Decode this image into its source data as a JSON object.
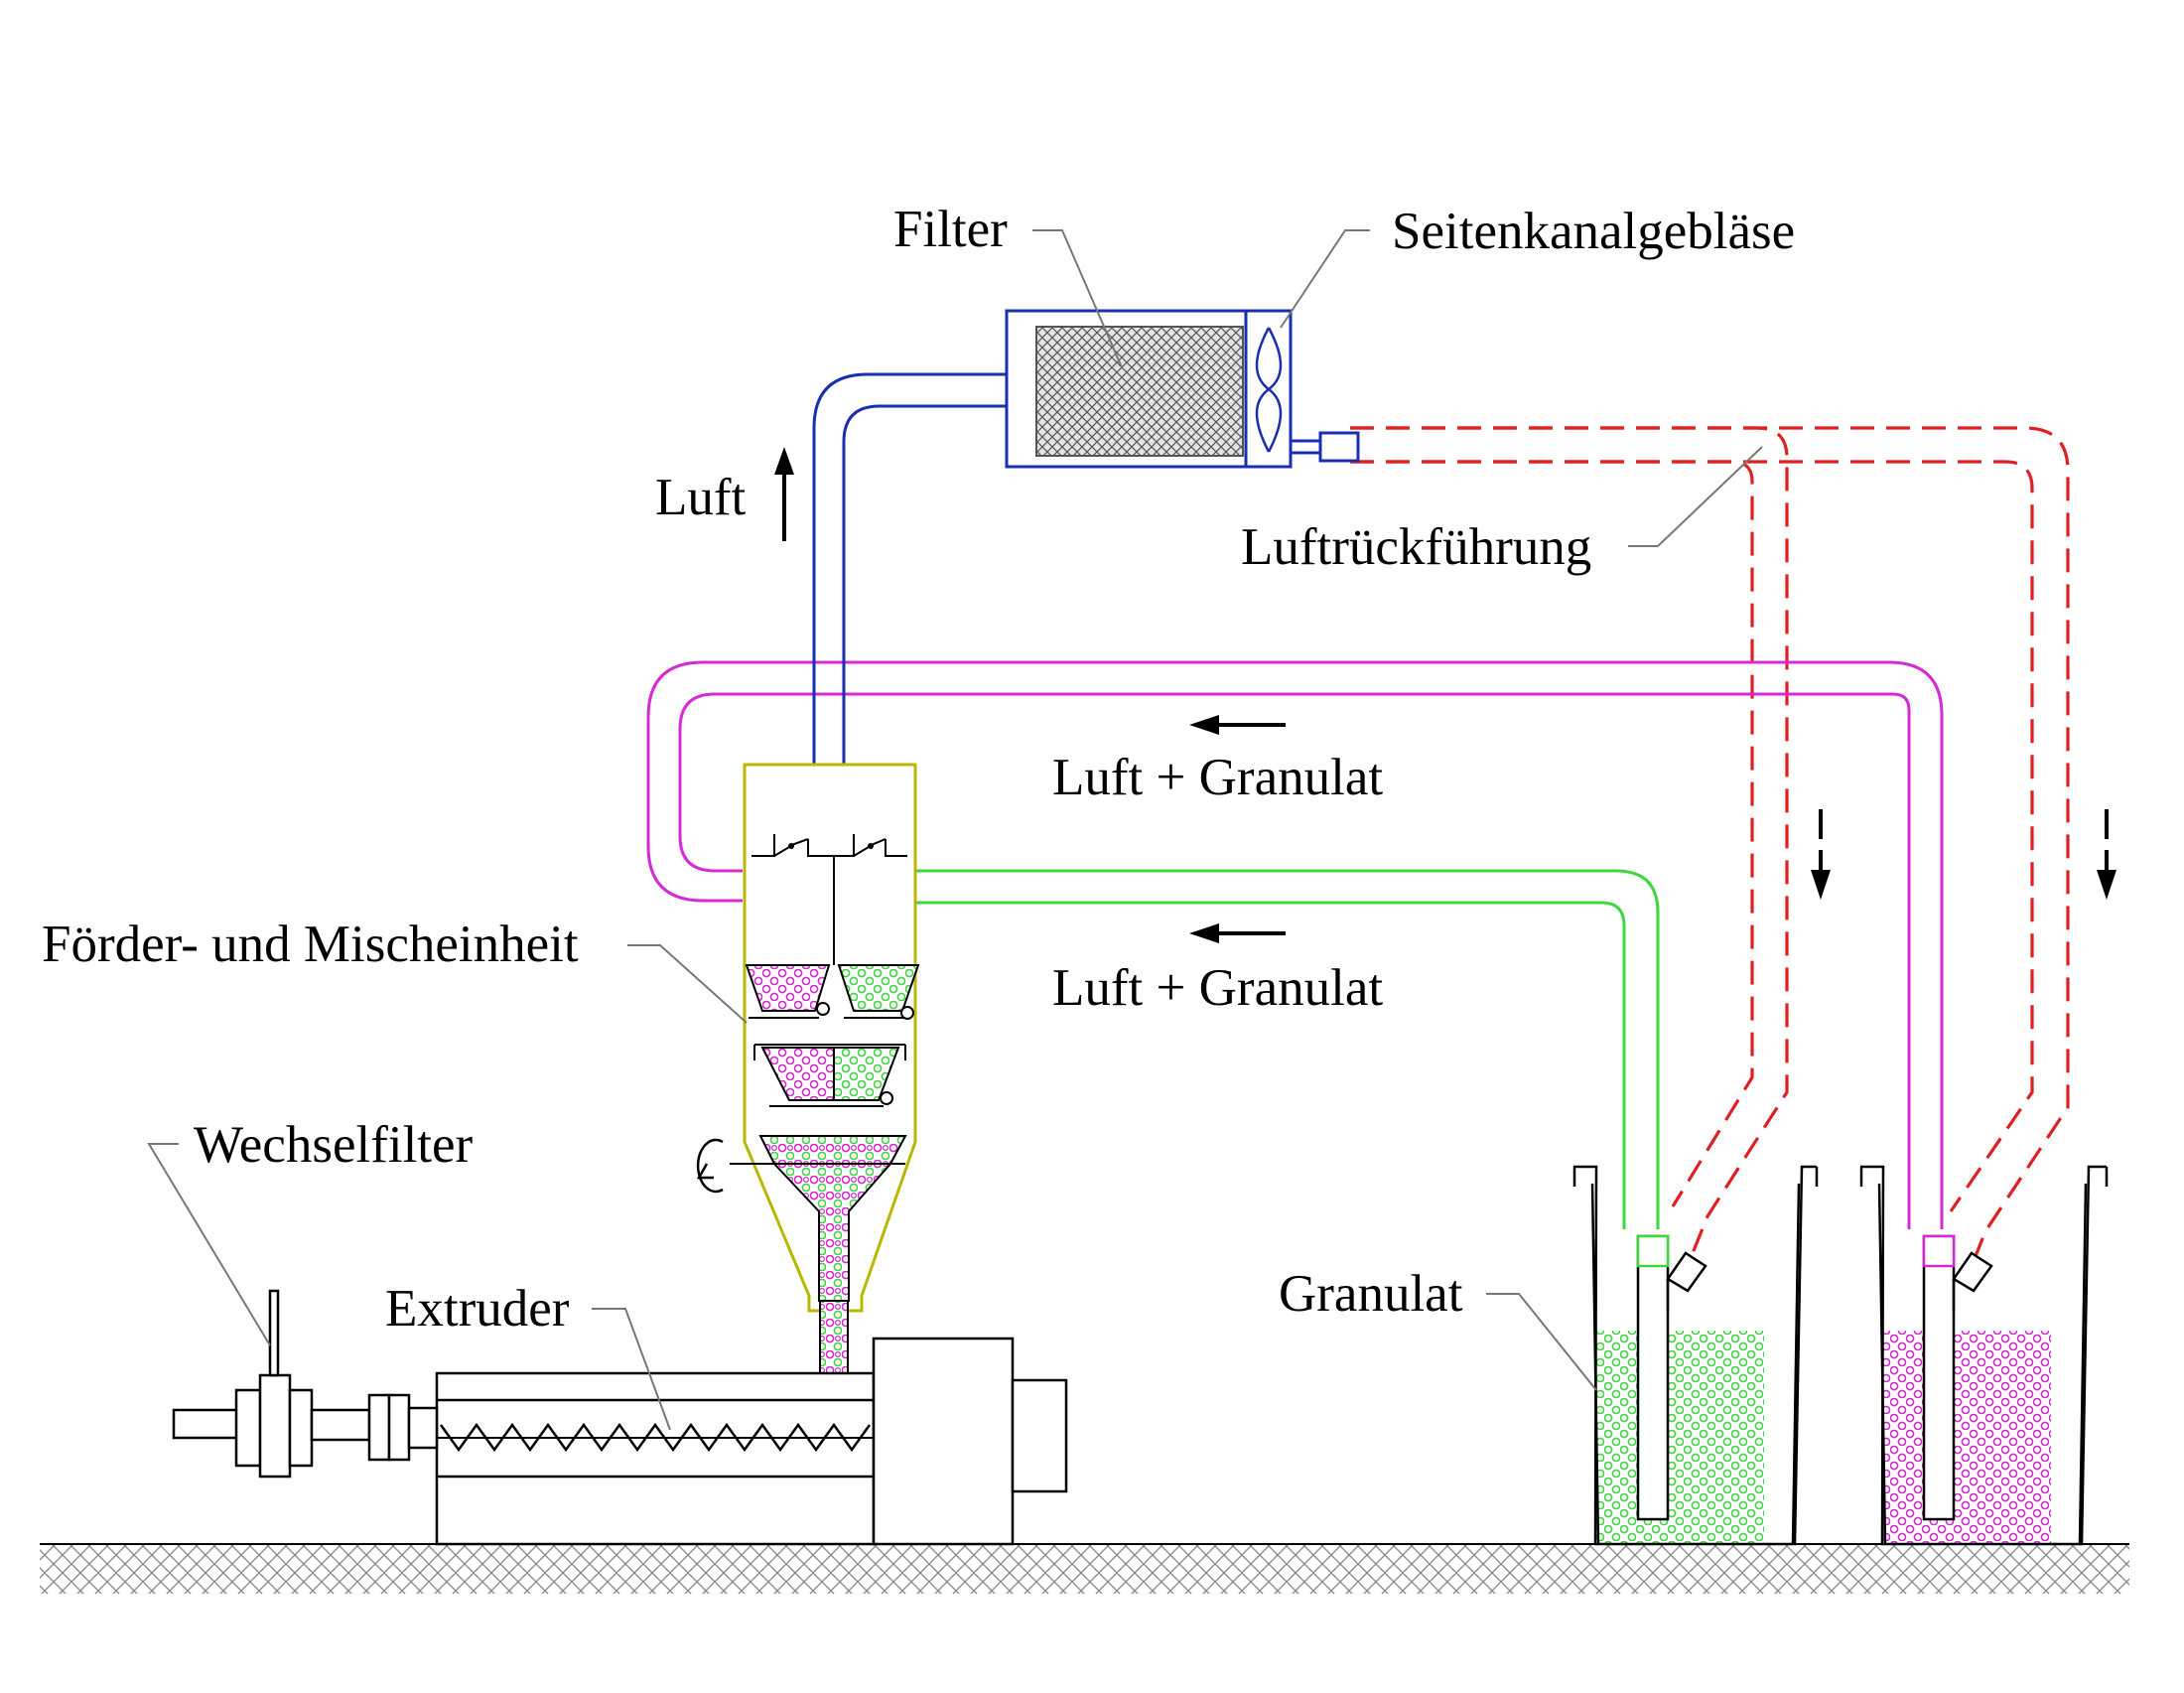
{
  "labels": {
    "filter": "Filter",
    "blower": "Seitenkanalgebläse",
    "air": "Luft",
    "air_return": "Luftrückführung",
    "air_granulate_top": "Luft + Granulat",
    "air_granulate_bottom": "Luft + Granulat",
    "conveying_mixing_unit": "Förder- und Mischeinheit",
    "screen_changer": "Wechselfilter",
    "extruder": "Extruder",
    "granulate": "Granulat"
  },
  "colors": {
    "air_line": "#1a2fb0",
    "magenta_line": "#d62ad6",
    "green_line": "#3ed83e",
    "return_line": "#e02020",
    "unit_outline": "#b8b800",
    "filter_mesh": "#555555",
    "ground_hatch": "#888888"
  },
  "granulate_containers": [
    {
      "name": "left",
      "fill_color": "green",
      "fill_level": 0.6
    },
    {
      "name": "right",
      "fill_color": "magenta",
      "fill_level": 0.6
    }
  ]
}
